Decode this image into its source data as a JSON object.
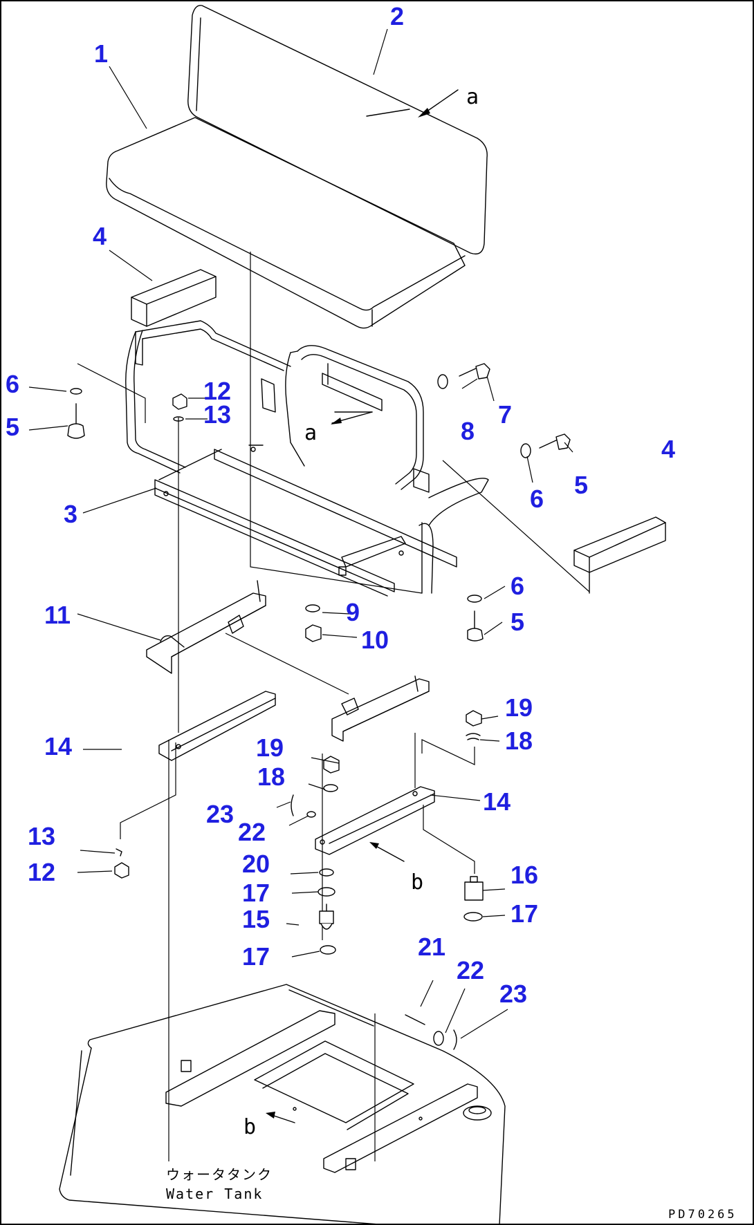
{
  "diagram": {
    "drawing_code": "PD70265",
    "tank_label_jp": "ウォータタンク",
    "tank_label_en": "Water Tank",
    "view_a": "a",
    "view_b": "b",
    "callouts": {
      "c1": "1",
      "c2": "2",
      "c3": "3",
      "c4_left": "4",
      "c4_right": "4",
      "c5_left": "5",
      "c5_mid": "5",
      "c5_bottom": "5",
      "c6_left": "6",
      "c6_mid": "6",
      "c6_bottom": "6",
      "c7": "7",
      "c8": "8",
      "c9": "9",
      "c10": "10",
      "c11": "11",
      "c12_top": "12",
      "c12_bottom": "12",
      "c13_top": "13",
      "c13_bottom": "13",
      "c14_left": "14",
      "c14_right": "14",
      "c15": "15",
      "c16": "16",
      "c17_a": "17",
      "c17_b": "17",
      "c17_right": "17",
      "c18_mid": "18",
      "c18_right": "18",
      "c19_mid": "19",
      "c19_right": "19",
      "c20": "20",
      "c21": "21",
      "c22_mid": "22",
      "c22_bottom": "22",
      "c23_mid": "23",
      "c23_bottom": "23"
    }
  }
}
